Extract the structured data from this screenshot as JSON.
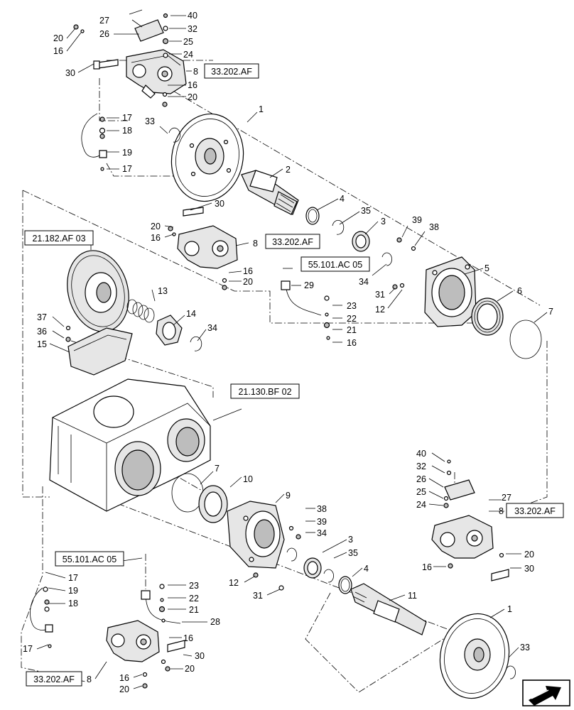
{
  "parts": [
    {
      "id": "p27a",
      "label": "27"
    },
    {
      "id": "p40a",
      "label": "40"
    },
    {
      "id": "p26a",
      "label": "26"
    },
    {
      "id": "p32a",
      "label": "32"
    },
    {
      "id": "p20a",
      "label": "20"
    },
    {
      "id": "p25a",
      "label": "25"
    },
    {
      "id": "p16a",
      "label": "16"
    },
    {
      "id": "p24a",
      "label": "24"
    },
    {
      "id": "p30a",
      "label": "30"
    },
    {
      "id": "p8a",
      "label": "8"
    },
    {
      "id": "p16b",
      "label": "16"
    },
    {
      "id": "p20b",
      "label": "20"
    },
    {
      "id": "p1a",
      "label": "1"
    },
    {
      "id": "p33a",
      "label": "33"
    },
    {
      "id": "p17a",
      "label": "17"
    },
    {
      "id": "p18a",
      "label": "18"
    },
    {
      "id": "p19a",
      "label": "19"
    },
    {
      "id": "p17b",
      "label": "17"
    },
    {
      "id": "p2",
      "label": "2"
    },
    {
      "id": "p4a",
      "label": "4"
    },
    {
      "id": "p30b",
      "label": "30"
    },
    {
      "id": "p35a",
      "label": "35"
    },
    {
      "id": "p3a",
      "label": "3"
    },
    {
      "id": "p39a",
      "label": "39"
    },
    {
      "id": "p38a",
      "label": "38"
    },
    {
      "id": "p20c",
      "label": "20"
    },
    {
      "id": "p16c",
      "label": "16"
    },
    {
      "id": "p8b",
      "label": "8"
    },
    {
      "id": "p16d",
      "label": "16"
    },
    {
      "id": "p20d",
      "label": "20"
    },
    {
      "id": "p5",
      "label": "5"
    },
    {
      "id": "p34a",
      "label": "34"
    },
    {
      "id": "p29",
      "label": "29"
    },
    {
      "id": "p31a",
      "label": "31"
    },
    {
      "id": "p12a",
      "label": "12"
    },
    {
      "id": "p6",
      "label": "6"
    },
    {
      "id": "p7a",
      "label": "7"
    },
    {
      "id": "p13",
      "label": "13"
    },
    {
      "id": "p23a",
      "label": "23"
    },
    {
      "id": "p22a",
      "label": "22"
    },
    {
      "id": "p21a",
      "label": "21"
    },
    {
      "id": "p16e",
      "label": "16"
    },
    {
      "id": "p14",
      "label": "14"
    },
    {
      "id": "p37",
      "label": "37"
    },
    {
      "id": "p34b",
      "label": "34"
    },
    {
      "id": "p36",
      "label": "36"
    },
    {
      "id": "p15",
      "label": "15"
    },
    {
      "id": "p40b",
      "label": "40"
    },
    {
      "id": "p32b",
      "label": "32"
    },
    {
      "id": "p26b",
      "label": "26"
    },
    {
      "id": "p7b",
      "label": "7"
    },
    {
      "id": "p10",
      "label": "10"
    },
    {
      "id": "p25b",
      "label": "25"
    },
    {
      "id": "p27b",
      "label": "27"
    },
    {
      "id": "p24b",
      "label": "24"
    },
    {
      "id": "p8c",
      "label": "8"
    },
    {
      "id": "p9",
      "label": "9"
    },
    {
      "id": "p38b",
      "label": "38"
    },
    {
      "id": "p39b",
      "label": "39"
    },
    {
      "id": "p34c",
      "label": "34"
    },
    {
      "id": "p20e",
      "label": "20"
    },
    {
      "id": "p3b",
      "label": "3"
    },
    {
      "id": "p16f",
      "label": "16"
    },
    {
      "id": "p30c",
      "label": "30"
    },
    {
      "id": "p35b",
      "label": "35"
    },
    {
      "id": "p4b",
      "label": "4"
    },
    {
      "id": "p17c",
      "label": "17"
    },
    {
      "id": "p19b",
      "label": "19"
    },
    {
      "id": "p12b",
      "label": "12"
    },
    {
      "id": "p31b",
      "label": "31"
    },
    {
      "id": "p11",
      "label": "11"
    },
    {
      "id": "p18b",
      "label": "18"
    },
    {
      "id": "p23b",
      "label": "23"
    },
    {
      "id": "p22b",
      "label": "22"
    },
    {
      "id": "p21b",
      "label": "21"
    },
    {
      "id": "p28",
      "label": "28"
    },
    {
      "id": "p1b",
      "label": "1"
    },
    {
      "id": "p16g",
      "label": "16"
    },
    {
      "id": "p17d",
      "label": "17"
    },
    {
      "id": "p30d",
      "label": "30"
    },
    {
      "id": "p33b",
      "label": "33"
    },
    {
      "id": "p20f",
      "label": "20"
    },
    {
      "id": "p8d",
      "label": "8"
    },
    {
      "id": "p16h",
      "label": "16"
    },
    {
      "id": "p20g",
      "label": "20"
    }
  ],
  "references": [
    {
      "id": "r1",
      "label": "33.202.AF"
    },
    {
      "id": "r2",
      "label": "33.202.AF"
    },
    {
      "id": "r3",
      "label": "21.182.AF 03"
    },
    {
      "id": "r4",
      "label": "55.101.AC 05"
    },
    {
      "id": "r5",
      "label": "21.130.BF 02"
    },
    {
      "id": "r6",
      "label": "33.202.AF"
    },
    {
      "id": "r7",
      "label": "55.101.AC 05"
    },
    {
      "id": "r8",
      "label": "33.202.AF"
    }
  ],
  "nav_icon": "next-page-arrow-icon"
}
